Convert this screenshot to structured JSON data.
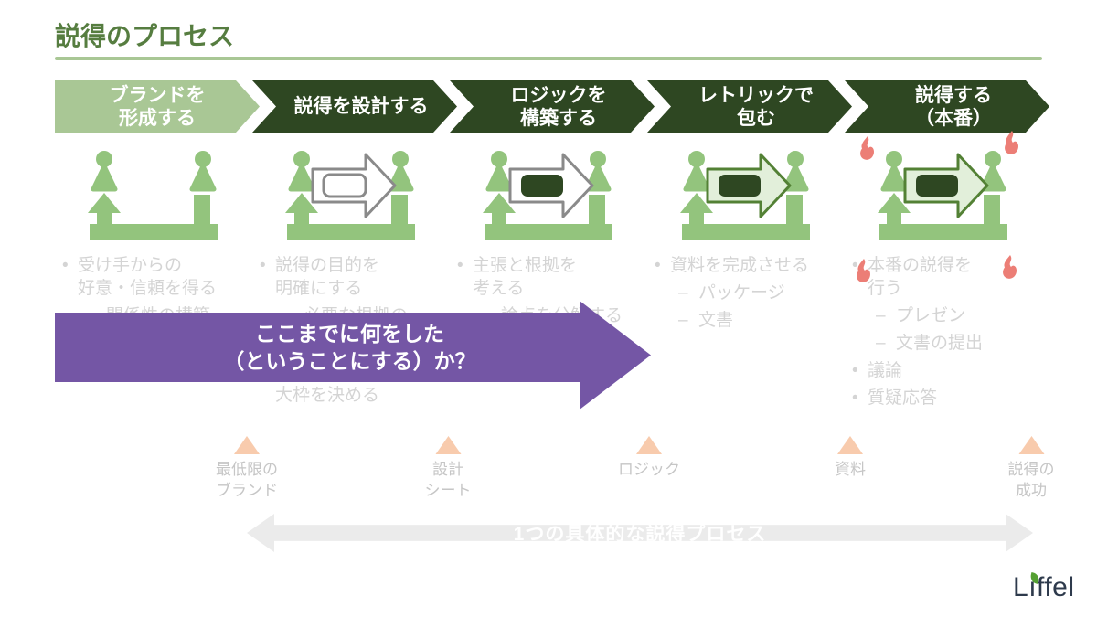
{
  "title": "説得のプロセス",
  "colors": {
    "title_green": "#567d40",
    "rule_green": "#a9c795",
    "chevron_light": "#a9c795",
    "chevron_dark": "#2e4722",
    "icon_green": "#93c47d",
    "arrow_light_fill": "#e2efda",
    "arrow_green_stroke": "#538135",
    "arrow_gray_stroke": "#8a8a8a",
    "inner_rect_dark": "#2e4722",
    "flame_red": "#ec7e76",
    "purple": "#7456a5",
    "peach": "#f8cbad",
    "ghost_text": "#d4d4d4",
    "milestone_text": "#c6c6c6",
    "bottom_arrow_gray": "#ebebeb",
    "logo_navy": "#2e3a4c",
    "logo_leaf": "#55a033"
  },
  "stages": [
    {
      "label": "ブランドを\n形成する",
      "variant": "light",
      "icon": "people-loop",
      "bullets": [
        {
          "level": 1,
          "text": "受け手からの\n好意・信頼を得る"
        },
        {
          "level": 2,
          "text": "関係性の構築"
        }
      ]
    },
    {
      "label": "説得を設計する",
      "variant": "dark",
      "icon": "people-loop-arrow-outline",
      "bullets": [
        {
          "level": 1,
          "text": "説得の目的を\n明確にする"
        },
        {
          "level": 2,
          "text": "必要な根拠の"
        },
        {
          "level": 0,
          "text": ""
        },
        {
          "level": 3,
          "text": "大枠を決める"
        }
      ]
    },
    {
      "label": "ロジックを\n構築する",
      "variant": "dark",
      "icon": "people-loop-arrow-filled",
      "bullets": [
        {
          "level": 1,
          "text": "主張と根拠を\n考える"
        },
        {
          "level": 2,
          "text": "論点を分解する"
        }
      ]
    },
    {
      "label": "レトリックで\n包む",
      "variant": "dark",
      "icon": "people-loop-arrow-green",
      "bullets": [
        {
          "level": 1,
          "text": "資料を完成させる"
        },
        {
          "level": 2,
          "text": "パッケージ"
        },
        {
          "level": 2,
          "text": "文書"
        }
      ]
    },
    {
      "label": "説得する\n（本番）",
      "variant": "dark",
      "icon": "people-loop-arrow-green-flames",
      "bullets": [
        {
          "level": 1,
          "text": "本番の説得を\n行う"
        },
        {
          "level": 2,
          "text": "プレゼン"
        },
        {
          "level": 2,
          "text": "文書の提出"
        },
        {
          "level": 1,
          "text": "議論"
        },
        {
          "level": 1,
          "text": "質疑応答"
        }
      ]
    }
  ],
  "overlay_arrow": {
    "text": "ここまでに何をした\n（ということにする）か？"
  },
  "milestones": [
    {
      "label": "最低限の\nブランド"
    },
    {
      "label": "設計\nシート"
    },
    {
      "label": "ロジック"
    },
    {
      "label": "資料"
    },
    {
      "label": "説得の\n成功"
    }
  ],
  "bottom_arrow": {
    "label": "1つの具体的な説得プロセス"
  },
  "logo": {
    "text": "Liffel"
  }
}
